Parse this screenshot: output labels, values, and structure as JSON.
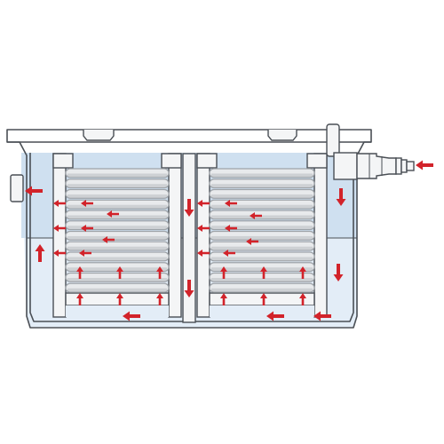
{
  "diagram": {
    "type": "filter-flow-cutaway",
    "colors": {
      "outline": "#4a4f55",
      "water": "#e3edf7",
      "water_dark": "#cfe0f0",
      "sponge_light": "#e8eaec",
      "sponge_dark": "#9ea3a8",
      "arrow": "#d2232a",
      "plastic": "#f4f5f6"
    },
    "flow_arrows": [
      {
        "name": "inlet-arrow",
        "dir": "left"
      },
      {
        "name": "chamber1-outflow-arrow",
        "dir": "left"
      },
      {
        "name": "chamber1-riser-arrow",
        "dir": "up"
      },
      {
        "name": "sponge1-row1-arrow-a",
        "dir": "left"
      },
      {
        "name": "sponge1-row1-arrow-b",
        "dir": "left"
      },
      {
        "name": "sponge1-row2-arrow-a",
        "dir": "left"
      },
      {
        "name": "sponge1-row2-arrow-b",
        "dir": "left"
      },
      {
        "name": "sponge1-row3-arrow-a",
        "dir": "left"
      },
      {
        "name": "sponge1-row3-arrow-b",
        "dir": "left"
      },
      {
        "name": "sponge1-row4-arrow-a",
        "dir": "left"
      },
      {
        "name": "sponge1-row4-arrow-b",
        "dir": "left"
      },
      {
        "name": "sponge1-up-arrow-1",
        "dir": "up"
      },
      {
        "name": "sponge1-up-arrow-2",
        "dir": "up"
      },
      {
        "name": "sponge1-up-arrow-3",
        "dir": "up"
      },
      {
        "name": "sponge1-up-arrow-4",
        "dir": "up"
      },
      {
        "name": "sponge1-up-arrow-5",
        "dir": "up"
      },
      {
        "name": "sponge1-up-arrow-6",
        "dir": "up"
      },
      {
        "name": "bottom-channel1-arrow",
        "dir": "left"
      },
      {
        "name": "middle-down-arrow-1",
        "dir": "down"
      },
      {
        "name": "middle-down-arrow-2",
        "dir": "down"
      },
      {
        "name": "sponge2-row1-arrow-a",
        "dir": "left"
      },
      {
        "name": "sponge2-row1-arrow-b",
        "dir": "left"
      },
      {
        "name": "sponge2-row2-arrow-a",
        "dir": "left"
      },
      {
        "name": "sponge2-row2-arrow-b",
        "dir": "left"
      },
      {
        "name": "sponge2-row3-arrow-a",
        "dir": "left"
      },
      {
        "name": "sponge2-row3-arrow-b",
        "dir": "left"
      },
      {
        "name": "sponge2-row4-arrow-a",
        "dir": "left"
      },
      {
        "name": "sponge2-row4-arrow-b",
        "dir": "left"
      },
      {
        "name": "sponge2-up-arrow-1",
        "dir": "up"
      },
      {
        "name": "sponge2-up-arrow-2",
        "dir": "up"
      },
      {
        "name": "sponge2-up-arrow-3",
        "dir": "up"
      },
      {
        "name": "sponge2-up-arrow-4",
        "dir": "up"
      },
      {
        "name": "sponge2-up-arrow-5",
        "dir": "up"
      },
      {
        "name": "sponge2-up-arrow-6",
        "dir": "up"
      },
      {
        "name": "bottom-channel2-arrow-a",
        "dir": "left"
      },
      {
        "name": "bottom-channel2-arrow-b",
        "dir": "left"
      },
      {
        "name": "inlet-down-arrow-1",
        "dir": "down"
      },
      {
        "name": "inlet-down-arrow-2",
        "dir": "down"
      }
    ]
  }
}
